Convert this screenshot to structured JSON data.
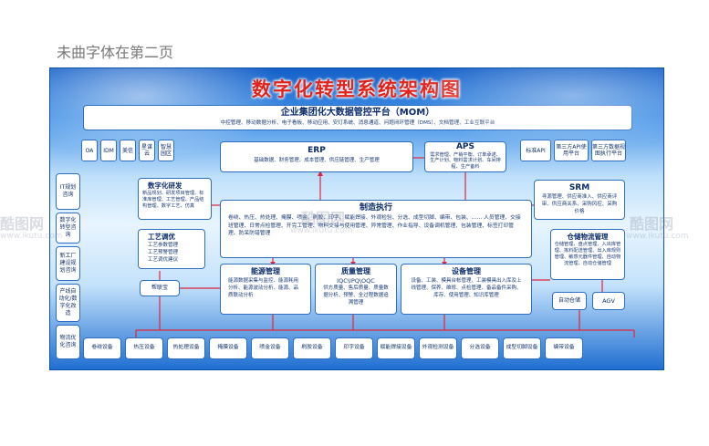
{
  "note": "未曲字体在第二页",
  "title": "数字化转型系统架构图",
  "mom": {
    "title": "企业集团化大数据管控平台（MOM）",
    "desc": "中控管理、移动数据分析、电子看板、移动应用、安灯系统、消息通道、问题闭环管理（DMS）、文档管理、工业互联平台"
  },
  "small_systems": [
    "OA",
    "IDM",
    "美信",
    "星谋云",
    "智慧园区"
  ],
  "erp": {
    "title": "ERP",
    "desc": "基础数据、财务管理、成本管理、供应链管理、生产管理"
  },
  "aps": {
    "title": "APS",
    "desc": "需求管理、产销平衡、订单承诺、生产计划、物料需求计划、车间排程、生产备料"
  },
  "right_small": [
    "标准API",
    "第三方API使用平台",
    "第三方数据视图执行平台"
  ],
  "srm": {
    "title": "SRM",
    "desc": "寻源管理、供应商准入、供应商评审、供应商关系、采购风控、采购价格"
  },
  "left_column": [
    "IT规划咨询",
    "数字化转型咨询",
    "新工厂建设规划咨询",
    "产线自动化/数字化改造",
    "物流优化咨询"
  ],
  "rd": {
    "title": "数字化研发",
    "desc": "新品规划、研发项目管理、标准库管理、工艺管理、产品结构管理、数字工艺、仿真"
  },
  "mes": {
    "title": "制造执行",
    "desc": "卷绕、热压、热处理、掩膜、喷金、刷胶、印字、赋能焊接、外观检验、分选、成型切脚、编带、包装、…… 人员管理、交接班管理、日常点检管理、开完工管理、物料交接与使用管理、异常管理、作业指导、设备调机管理、包装管理、标签打印管理、防呆防错管理"
  },
  "process": {
    "title": "工艺调优",
    "items": [
      "工艺参数管理",
      "工艺预警管理",
      "工艺调优建议"
    ]
  },
  "gateway": "帮联宝",
  "energy": {
    "title": "能源管理",
    "desc": "能源数据采集与监控、能源耗用分析、能源波动分析、能源、品质联动分析"
  },
  "quality": {
    "title": "质量管理",
    "sub": "IQC\\IPQ\\OQC",
    "desc": "供方质量、售后质量、质量数据分析、预警、全过程数据追溯管理"
  },
  "equipment": {
    "title": "设备管理",
    "desc": "设备、工装、模具台帐管理、工装模具出入库及上线管理、保养、维修、点检管理、备品备件采购、库存、使用管理、知识库管理"
  },
  "warehouse": {
    "title": "仓储物流管理",
    "desc": "仓储管理、盘点管理、入出库管理、拣料配送管理、出入库规则管理、敏感元器件管理、自动物流管理、自动仓储管理"
  },
  "auto_wh": "自动仓储",
  "agv": "AGV",
  "devices": [
    "卷绕设备",
    "热压设备",
    "热处理设备",
    "掩膜设备",
    "喷金设备",
    "刷胶设备",
    "印字设备",
    "赋能焊接设备",
    "外观检测设备",
    "分选设备",
    "成型切脚设备",
    "编带设备"
  ],
  "watermark": {
    "brand": "酷图网",
    "url": "www.ikutu.com"
  },
  "colors": {
    "title": "#e2231a",
    "border": "#2f6fc2",
    "board_top": "#1560c8",
    "board_bottom": "#1f6fd1",
    "text": "#10306a"
  }
}
